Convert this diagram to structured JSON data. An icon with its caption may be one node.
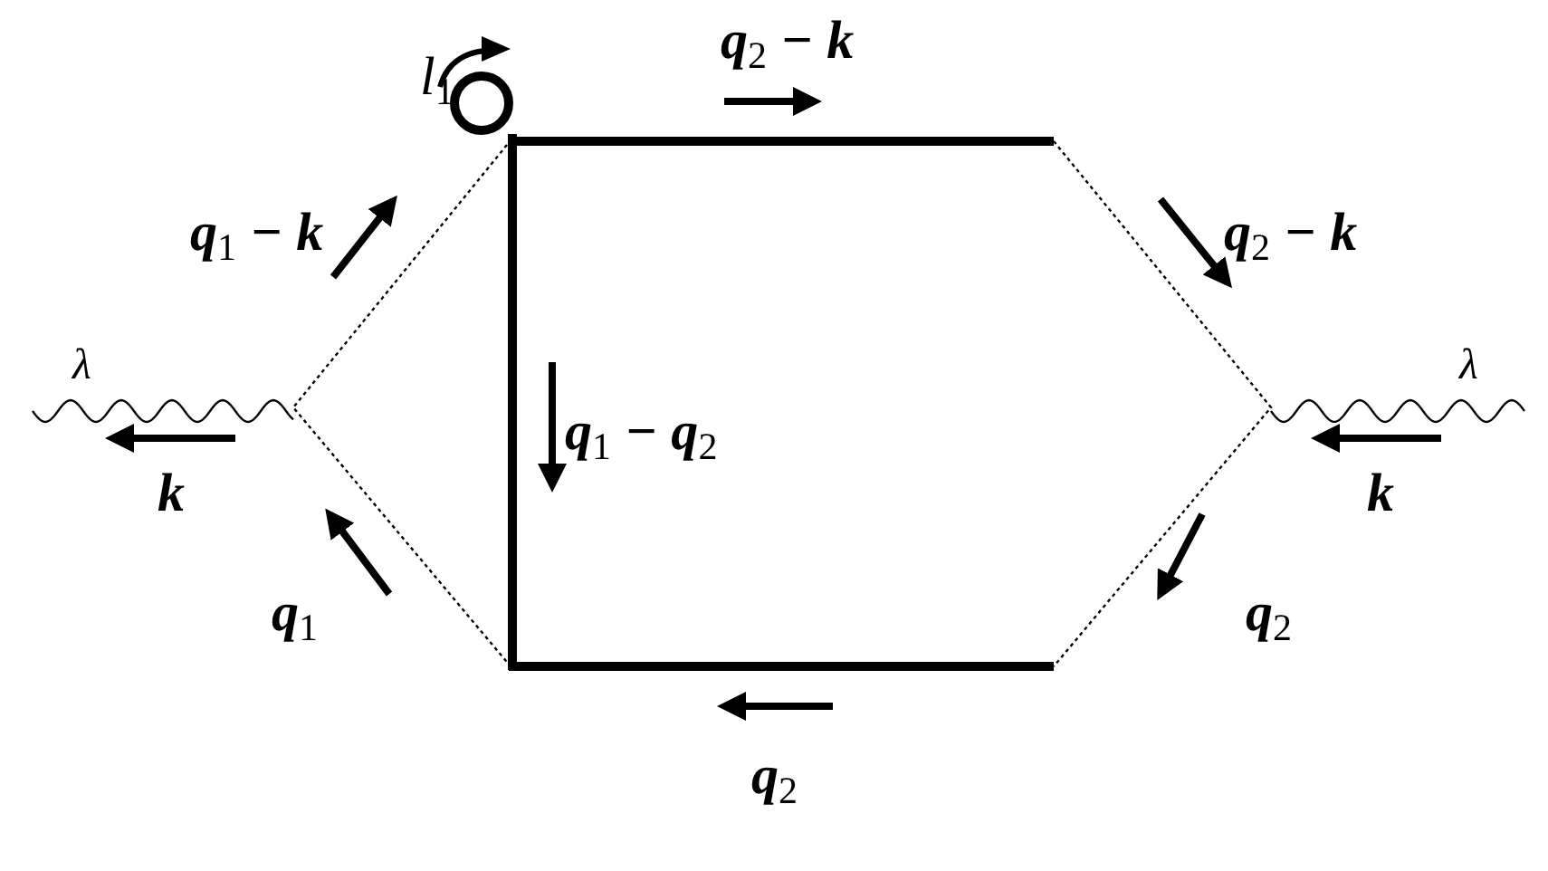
{
  "diagram": {
    "labels": [
      "l$_{1}$",
      "q$_{2}$ − k",
      "q$_{1}$ − k",
      "q$_{2}$ − k",
      "λ",
      "λ",
      "q$_{1}$ − q$_{2}$",
      "k",
      "k",
      "q$_{1}$",
      "q$_{2}$",
      "q$_{2}$"
    ]
  }
}
